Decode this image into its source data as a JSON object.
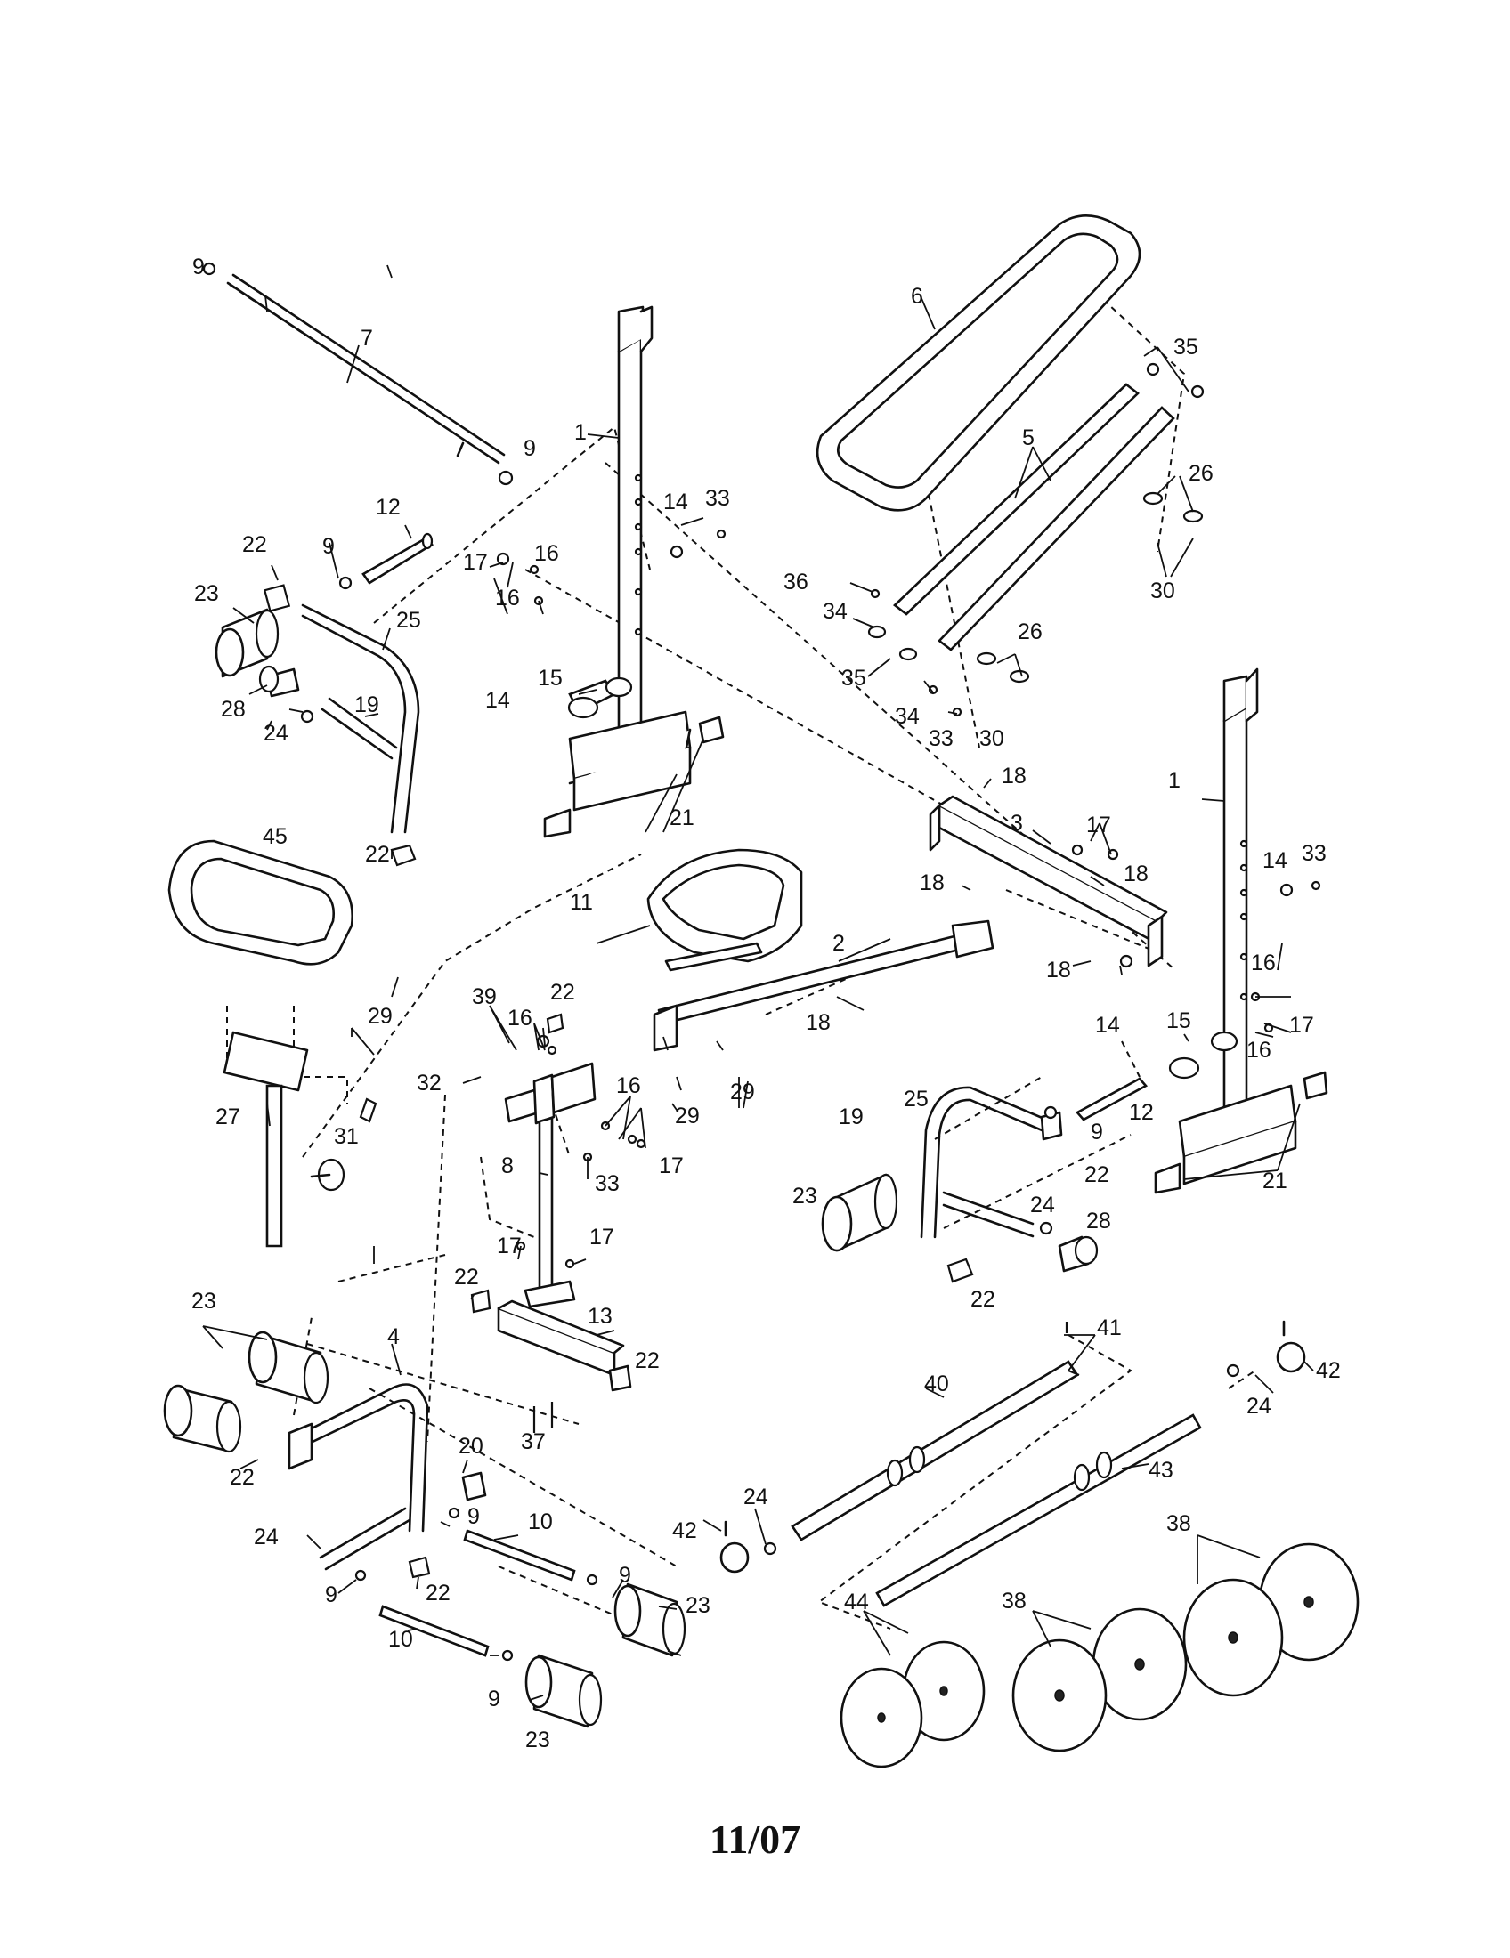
{
  "diagram": {
    "callouts": {
      "c1a": "1",
      "c1b": "1",
      "c2": "2",
      "c3": "3",
      "c4": "4",
      "c5": "5",
      "c6": "6",
      "c7": "7",
      "c8": "8",
      "c9a": "9",
      "c9b": "9",
      "c9c": "9",
      "c9d": "9",
      "c9e": "9",
      "c9f": "9",
      "c9g": "9",
      "c9h": "9",
      "c10a": "10",
      "c10b": "10",
      "c11": "11",
      "c12a": "12",
      "c12b": "12",
      "c13": "13",
      "c14a": "14",
      "c14b": "14",
      "c14c": "14",
      "c14d": "14",
      "c15a": "15",
      "c15b": "15",
      "c16a": "16",
      "c16b": "16",
      "c16c": "16",
      "c16d": "16",
      "c16e": "16",
      "c16f": "16",
      "c17a": "17",
      "c17b": "17",
      "c17c": "17",
      "c17d": "17",
      "c17e": "17",
      "c17f": "17",
      "c18a": "18",
      "c18b": "18",
      "c18c": "18",
      "c18d": "18",
      "c18e": "18",
      "c19a": "19",
      "c19b": "19",
      "c20": "20",
      "c21a": "21",
      "c21b": "21",
      "c22a": "22",
      "c22b": "22",
      "c22c": "22",
      "c22d": "22",
      "c22e": "22",
      "c22f": "22",
      "c22g": "22",
      "c22h": "22",
      "c22i": "22",
      "c23a": "23",
      "c23b": "23",
      "c23c": "23",
      "c23d": "23",
      "c23e": "23",
      "c24a": "24",
      "c24b": "24",
      "c24c": "24",
      "c24d": "24",
      "c24e": "24",
      "c25a": "25",
      "c25b": "25",
      "c26a": "26",
      "c26b": "26",
      "c27": "27",
      "c28a": "28",
      "c28b": "28",
      "c29a": "29",
      "c29b": "29",
      "c29c": "29",
      "c30a": "30",
      "c30b": "30",
      "c31": "31",
      "c32": "32",
      "c33a": "33",
      "c33b": "33",
      "c33c": "33",
      "c33d": "33",
      "c34a": "34",
      "c34b": "34",
      "c35a": "35",
      "c35b": "35",
      "c36": "36",
      "c37": "37",
      "c38a": "38",
      "c38b": "38",
      "c39": "39",
      "c40": "40",
      "c41": "41",
      "c42a": "42",
      "c42b": "42",
      "c43": "43",
      "c44": "44",
      "c45": "45"
    }
  },
  "footer": {
    "date": "11/07"
  }
}
